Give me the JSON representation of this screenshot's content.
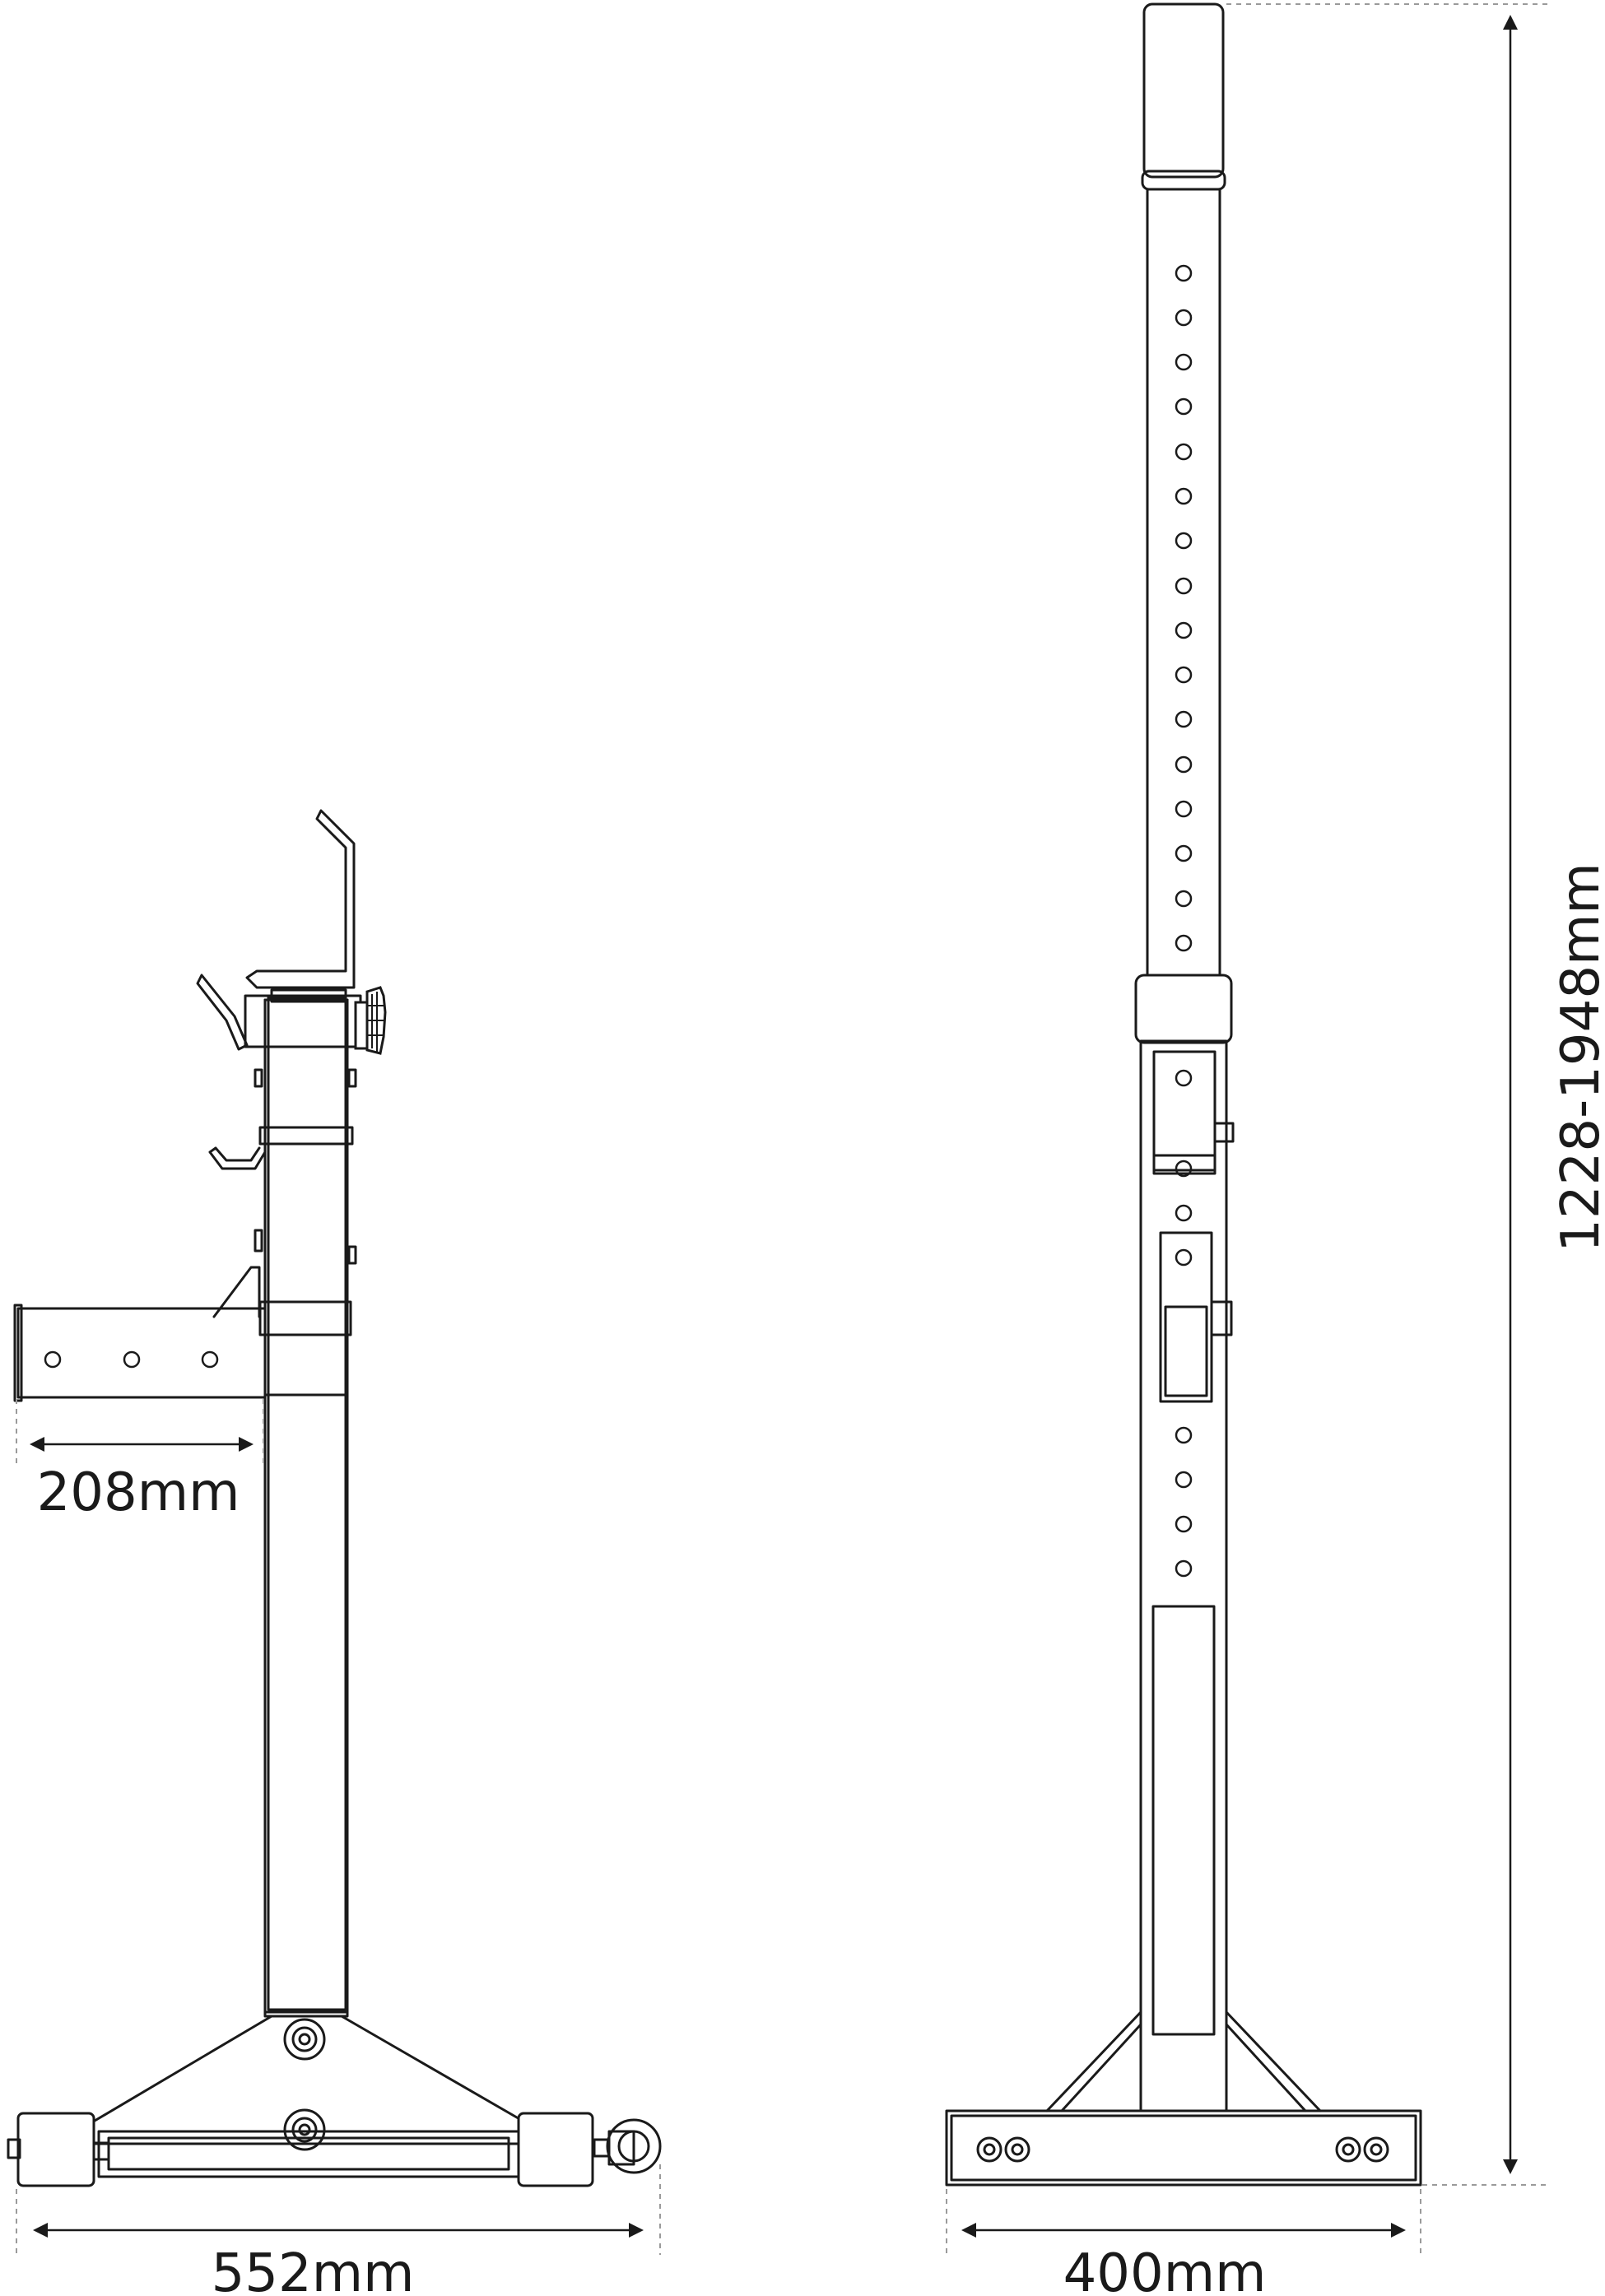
{
  "dimensions": {
    "arm_length": "208mm",
    "base_width_side": "552mm",
    "base_width_front": "400mm",
    "height_range": "1228-1948mm"
  }
}
